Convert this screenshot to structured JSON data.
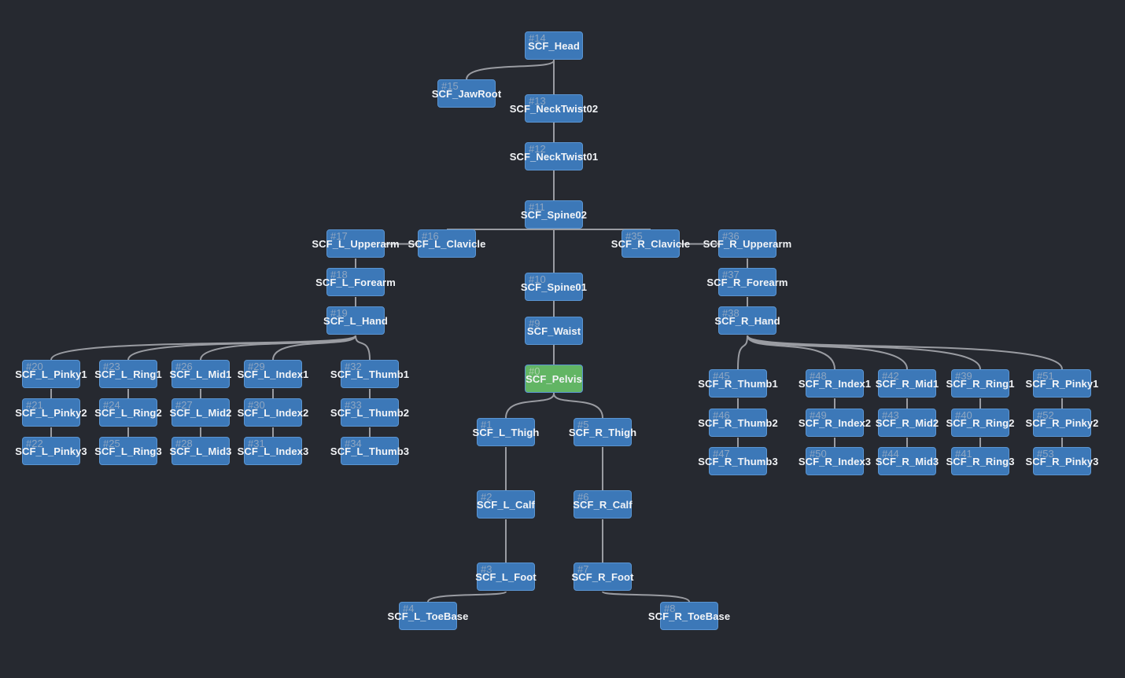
{
  "diagram": {
    "type": "skeleton-hierarchy",
    "root_color": "#62b564",
    "node_color": "#3c78b8",
    "nodes": [
      {
        "id": 0,
        "name": "SCF_Pelvis",
        "parent": null,
        "root": true
      },
      {
        "id": 1,
        "name": "SCF_L_Thigh",
        "parent": 0
      },
      {
        "id": 2,
        "name": "SCF_L_Calf",
        "parent": 1
      },
      {
        "id": 3,
        "name": "SCF_L_Foot",
        "parent": 2
      },
      {
        "id": 4,
        "name": "SCF_L_ToeBase",
        "parent": 3
      },
      {
        "id": 5,
        "name": "SCF_R_Thigh",
        "parent": 0
      },
      {
        "id": 6,
        "name": "SCF_R_Calf",
        "parent": 5
      },
      {
        "id": 7,
        "name": "SCF_R_Foot",
        "parent": 6
      },
      {
        "id": 8,
        "name": "SCF_R_ToeBase",
        "parent": 7
      },
      {
        "id": 9,
        "name": "SCF_Waist",
        "parent": 0
      },
      {
        "id": 10,
        "name": "SCF_Spine01",
        "parent": 9
      },
      {
        "id": 11,
        "name": "SCF_Spine02",
        "parent": 10
      },
      {
        "id": 12,
        "name": "SCF_NeckTwist01",
        "parent": 11
      },
      {
        "id": 13,
        "name": "SCF_NeckTwist02",
        "parent": 12
      },
      {
        "id": 14,
        "name": "SCF_Head",
        "parent": 13
      },
      {
        "id": 15,
        "name": "SCF_JawRoot",
        "parent": 14
      },
      {
        "id": 16,
        "name": "SCF_L_Clavicle",
        "parent": 11
      },
      {
        "id": 17,
        "name": "SCF_L_Upperarm",
        "parent": 16
      },
      {
        "id": 18,
        "name": "SCF_L_Forearm",
        "parent": 17
      },
      {
        "id": 19,
        "name": "SCF_L_Hand",
        "parent": 18
      },
      {
        "id": 20,
        "name": "SCF_L_Pinky1",
        "parent": 19
      },
      {
        "id": 21,
        "name": "SCF_L_Pinky2",
        "parent": 20
      },
      {
        "id": 22,
        "name": "SCF_L_Pinky3",
        "parent": 21
      },
      {
        "id": 23,
        "name": "SCF_L_Ring1",
        "parent": 19
      },
      {
        "id": 24,
        "name": "SCF_L_Ring2",
        "parent": 23
      },
      {
        "id": 25,
        "name": "SCF_L_Ring3",
        "parent": 24
      },
      {
        "id": 26,
        "name": "SCF_L_Mid1",
        "parent": 19
      },
      {
        "id": 27,
        "name": "SCF_L_Mid2",
        "parent": 26
      },
      {
        "id": 28,
        "name": "SCF_L_Mid3",
        "parent": 27
      },
      {
        "id": 29,
        "name": "SCF_L_Index1",
        "parent": 19
      },
      {
        "id": 30,
        "name": "SCF_L_Index2",
        "parent": 29
      },
      {
        "id": 31,
        "name": "SCF_L_Index3",
        "parent": 30
      },
      {
        "id": 32,
        "name": "SCF_L_Thumb1",
        "parent": 19
      },
      {
        "id": 33,
        "name": "SCF_L_Thumb2",
        "parent": 32
      },
      {
        "id": 34,
        "name": "SCF_L_Thumb3",
        "parent": 33
      },
      {
        "id": 35,
        "name": "SCF_R_Clavicle",
        "parent": 11
      },
      {
        "id": 36,
        "name": "SCF_R_Upperarm",
        "parent": 35
      },
      {
        "id": 37,
        "name": "SCF_R_Forearm",
        "parent": 36
      },
      {
        "id": 38,
        "name": "SCF_R_Hand",
        "parent": 37
      },
      {
        "id": 39,
        "name": "SCF_R_Ring1",
        "parent": 38
      },
      {
        "id": 40,
        "name": "SCF_R_Ring2",
        "parent": 39
      },
      {
        "id": 41,
        "name": "SCF_R_Ring3",
        "parent": 40
      },
      {
        "id": 42,
        "name": "SCF_R_Mid1",
        "parent": 38
      },
      {
        "id": 43,
        "name": "SCF_R_Mid2",
        "parent": 42
      },
      {
        "id": 44,
        "name": "SCF_R_Mid3",
        "parent": 43
      },
      {
        "id": 45,
        "name": "SCF_R_Thumb1",
        "parent": 38
      },
      {
        "id": 46,
        "name": "SCF_R_Thumb2",
        "parent": 45
      },
      {
        "id": 47,
        "name": "SCF_R_Thumb3",
        "parent": 46
      },
      {
        "id": 48,
        "name": "SCF_R_Index1",
        "parent": 38
      },
      {
        "id": 49,
        "name": "SCF_R_Index2",
        "parent": 48
      },
      {
        "id": 50,
        "name": "SCF_R_Index3",
        "parent": 49
      },
      {
        "id": 51,
        "name": "SCF_R_Pinky1",
        "parent": 38
      },
      {
        "id": 52,
        "name": "SCF_R_Pinky2",
        "parent": 51
      },
      {
        "id": 53,
        "name": "SCF_R_Pinky3",
        "parent": 52
      }
    ]
  }
}
